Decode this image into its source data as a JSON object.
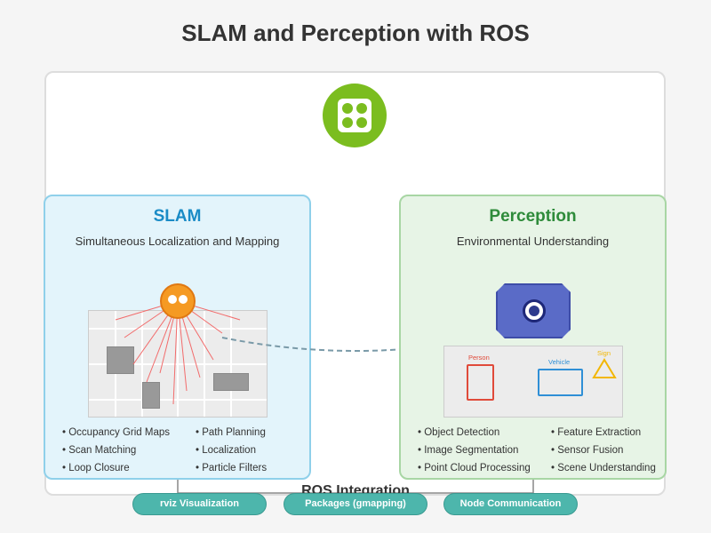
{
  "title": "SLAM and Perception with ROS",
  "colors": {
    "ros_green": "#7bbd1f",
    "slam_blue": "#1a8bc6",
    "perception_green": "#2e8b3a",
    "pill_teal": "#4db6ac"
  },
  "ros_logo": {
    "icon": "ros-logo-icon"
  },
  "slam": {
    "title": "SLAM",
    "subtitle": "Simultaneous Localization and Mapping",
    "features_left": [
      "Occupancy Grid Maps",
      "Scan Matching",
      "Loop Closure"
    ],
    "features_right": [
      "Path Planning",
      "Localization",
      "Particle Filters"
    ]
  },
  "perception": {
    "title": "Perception",
    "subtitle": "Environmental Understanding",
    "detections": [
      {
        "label": "Person",
        "color": "#e04a3a"
      },
      {
        "label": "Vehicle",
        "color": "#2f8fd6"
      },
      {
        "label": "Sign",
        "color": "#f2b705"
      }
    ],
    "features_left": [
      "Object Detection",
      "Image Segmentation",
      "Point Cloud Processing"
    ],
    "features_right": [
      "Feature Extraction",
      "Sensor Fusion",
      "Scene Understanding"
    ]
  },
  "ros_integration": {
    "label": "ROS Integration",
    "pills": [
      "rviz Visualization",
      "Packages (gmapping)",
      "Node Communication"
    ]
  }
}
